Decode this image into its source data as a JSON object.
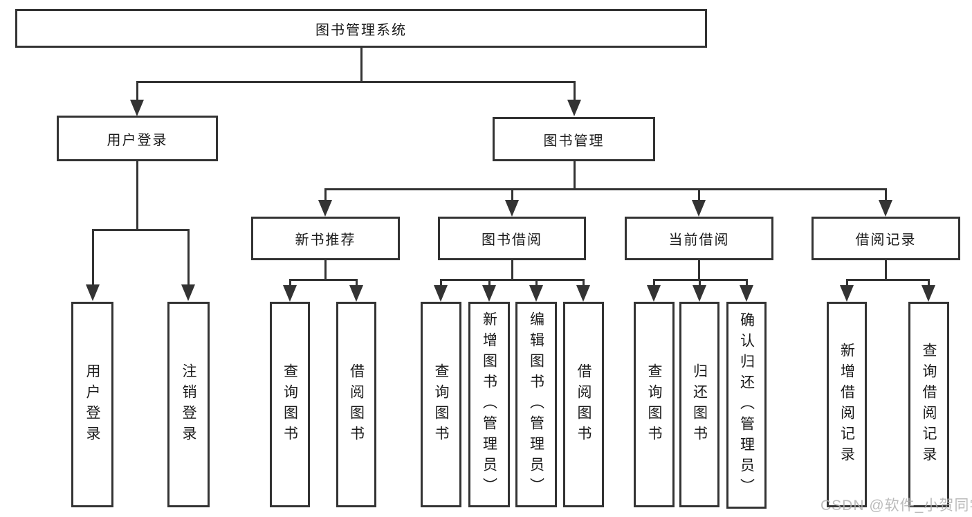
{
  "diagram_type": "hierarchy-tree",
  "title": "图书管理系统",
  "watermark": "CSDN @软件_小贺同学",
  "colors": {
    "line": "#333333",
    "text": "#1a1a1a",
    "box_background": "#ffffff",
    "watermark": "#b0b0b0"
  },
  "level2": {
    "user_login": "用户登录",
    "book_management": "图书管理"
  },
  "level3": {
    "new_book_recommend": "新书推荐",
    "book_borrow": "图书借阅",
    "current_borrow": "当前借阅",
    "borrow_record": "借阅记录"
  },
  "leaves": {
    "user_login": [
      "用户登录",
      "注销登录"
    ],
    "new_book_recommend": [
      "查询图书",
      "借阅图书"
    ],
    "book_borrow": [
      "查询图书",
      "新增图书（管理员）",
      "编辑图书（管理员）",
      "借阅图书"
    ],
    "current_borrow": [
      "查询图书",
      "归还图书",
      "确认归还（管理员）"
    ],
    "borrow_record": [
      "新增借阅记录",
      "查询借阅记录"
    ]
  }
}
